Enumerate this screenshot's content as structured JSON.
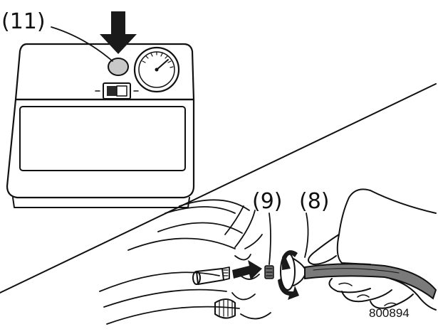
{
  "callouts": {
    "button_label": "(11)",
    "valve_core_label": "(9)",
    "hose_label": "(8)"
  },
  "figure_code": "800894",
  "colors": {
    "ink": "#111111",
    "background": "#ffffff",
    "arrow_fill": "#1a1a1a"
  },
  "icons": {
    "press_arrow": "arrow-down-icon",
    "insert_arrow": "arrow-right-icon",
    "twist_arrow": "rotate-arrow-icon"
  }
}
